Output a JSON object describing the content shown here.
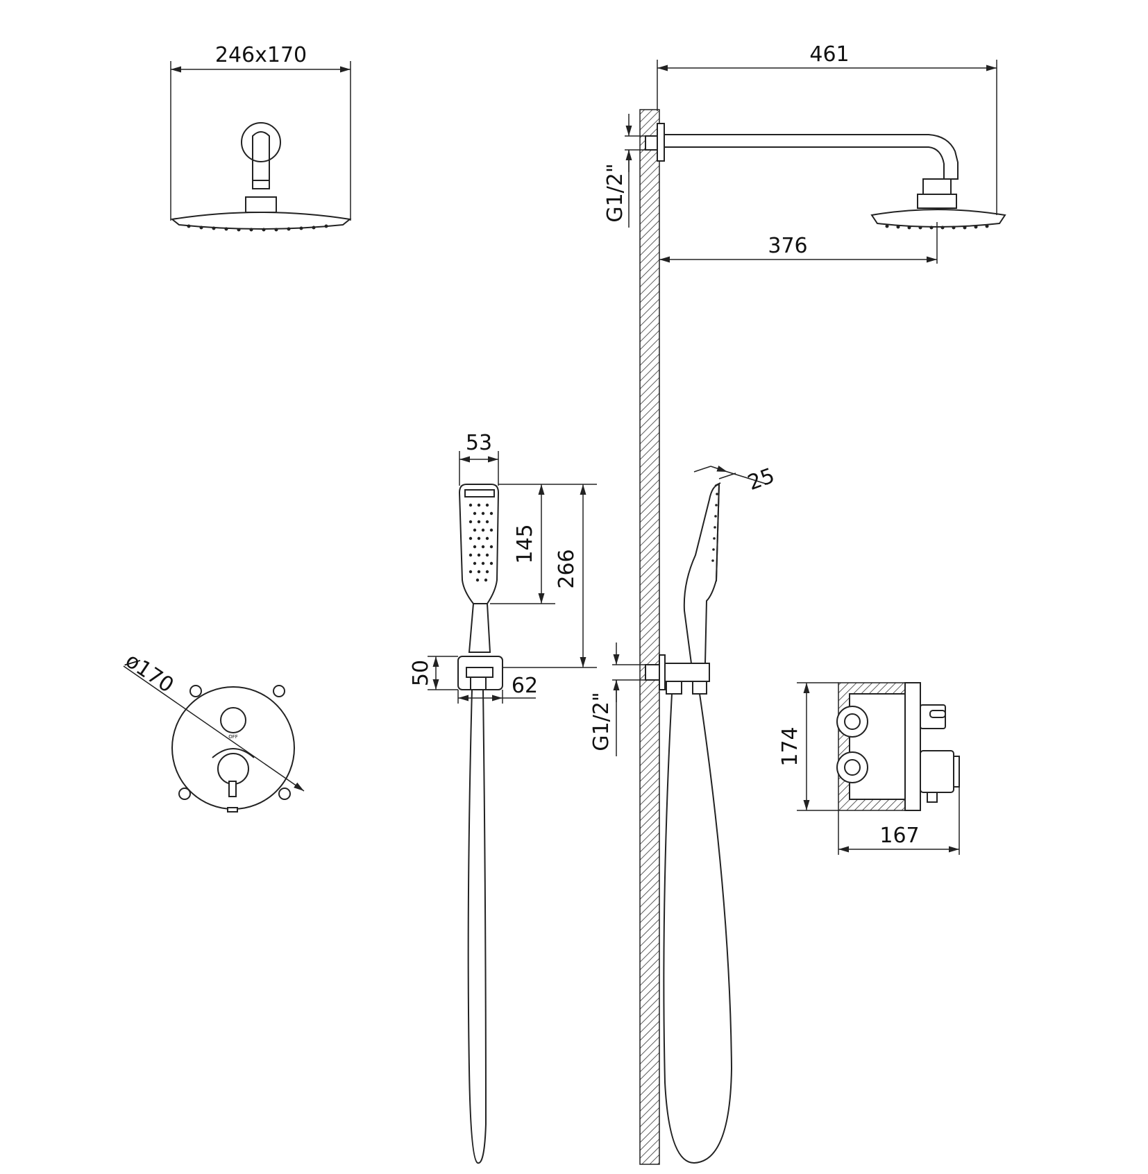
{
  "dimensions": {
    "showerhead_size": "246x170",
    "arm_total_length": "461",
    "arm_projection": "376",
    "arm_connection": "G1/2\"",
    "handshower_width": "53",
    "handshower_head_length": "145",
    "handshower_total_length": "266",
    "holder_height": "50",
    "holder_depth": "62",
    "handshower_angle_depth": "25",
    "outlet_connection": "G1/2\"",
    "plate_diameter": "ø170",
    "box_height": "174",
    "box_depth": "167"
  },
  "plate_labels": {
    "off_label": "OFF"
  },
  "colors": {
    "line": "#222222",
    "background": "#ffffff"
  }
}
